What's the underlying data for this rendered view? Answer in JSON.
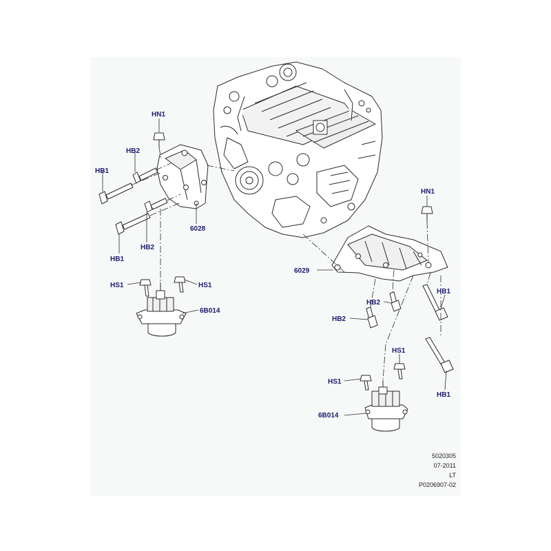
{
  "labels": {
    "hn1_left": "HN1",
    "hb2_left_top": "HB2",
    "hb1_left_top": "HB1",
    "part_6028": "6028",
    "hb2_left_bottom": "HB2",
    "hb1_left_bottom": "HB1",
    "hs1_left_a": "HS1",
    "hs1_left_b": "HS1",
    "part_6b014_left": "6B014",
    "hn1_right": "HN1",
    "part_6029": "6029",
    "hb1_right_top": "HB1",
    "hb2_right_top": "HB2",
    "hb2_right_bottom": "HB2",
    "hs1_right_top": "HS1",
    "hs1_right_left": "HS1",
    "hb1_right_bottom": "HB1",
    "part_6b014_right": "6B014"
  },
  "reference": {
    "line1": "5020305",
    "line2": "07-2011",
    "line3": "LT",
    "line4": "P0206907-02"
  },
  "colors": {
    "panel_bg": "#f7f8f8",
    "callout_text": "#1c1c6e",
    "line_art": "#2a2a2a"
  }
}
